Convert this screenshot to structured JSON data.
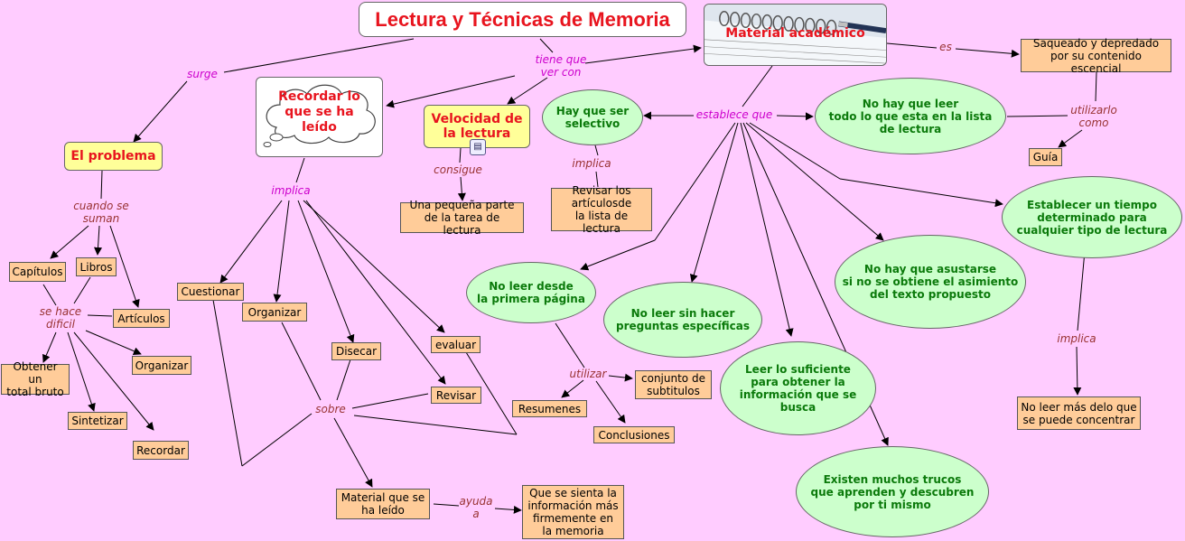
{
  "title": "Lectura y Técnicas de Memoria",
  "concepts": {
    "material": "Material académico",
    "recordar_leido": "Recordar lo\nque se ha\nleído",
    "velocidad": "Velocidad de\nla lectura",
    "problema": "El problema",
    "saqueado": "Saqueado y depredado\npor su contenido escencial",
    "guia": "Guía",
    "selectivo": "Hay que ser\nselectivo",
    "revisar_articulos": "Revisar los\nartículosde\nla lista de lectura",
    "no_hay_leer_todo": "No hay que leer\ntodo lo que esta en la lista\nde lectura",
    "tiempo": "Establecer un tiempo\ndeterminado para\ncualquier tipo de lectura",
    "no_asustarse": "No hay que asustarse\nsi no se obtiene el asimiento\ndel texto propuesto",
    "no_leer_primera": "No leer desde\nla primera página",
    "no_leer_preguntas": "No leer sin hacer\npreguntas específicas",
    "leer_suficiente": "Leer lo suficiente\npara obtener la\ninformación que se\nbusca",
    "trucos": "Existen muchos trucos\nque aprenden y descubren\npor ti mismo",
    "no_leer_mas": "No leer más delo que\nse puede concentrar",
    "pequena_parte": "Una pequeña parte\nde la tarea de lectura",
    "capitulos": "Capítulos",
    "libros": "Libros",
    "articulos": "Artículos",
    "obtener_total": "Obtener un\ntotal bruto",
    "organizar_left": "Organizar",
    "sintetizar": "Sintetizar",
    "recordar": "Recordar",
    "cuestionar": "Cuestionar",
    "organizar_mid": "Organizar",
    "disecar": "Disecar",
    "evaluar": "evaluar",
    "revisar": "Revisar",
    "material_leido": "Material que se\nha leído",
    "informacion": "Que se sienta la\ninformación más\nfirmemente en\nla memoria",
    "conjunto_subtitulos": "conjunto de\nsubtitulos",
    "resumenes": "Resumenes",
    "conclusiones": "Conclusiones"
  },
  "linking_phrases": {
    "surge": "surge",
    "tiene_que": "tiene que\nver con",
    "es": "es",
    "establece": "establece que",
    "utilizarlo": "utilizarlo\ncomo",
    "implica_sel": "implica",
    "consigue": "consigue",
    "implica_rec": "implica",
    "cuando": "cuando se\nsuman",
    "se_hace": "se hace\ndificil",
    "sobre": "sobre",
    "ayuda": "ayuda\na",
    "utilizar": "utilizar",
    "implica_tiempo": "implica"
  },
  "icons": {
    "note": "note-icon",
    "cloud": "cloud-icon",
    "notebook_photo": "notebook-pen-photo"
  },
  "colors": {
    "background": "#ffccff",
    "concept_box": "#ffcc99",
    "oval_fill": "#ccffcc",
    "oval_text": "#0b7a0b",
    "title_text": "#e8141e",
    "link_magenta": "#cc00cc",
    "link_brown": "#993333"
  }
}
